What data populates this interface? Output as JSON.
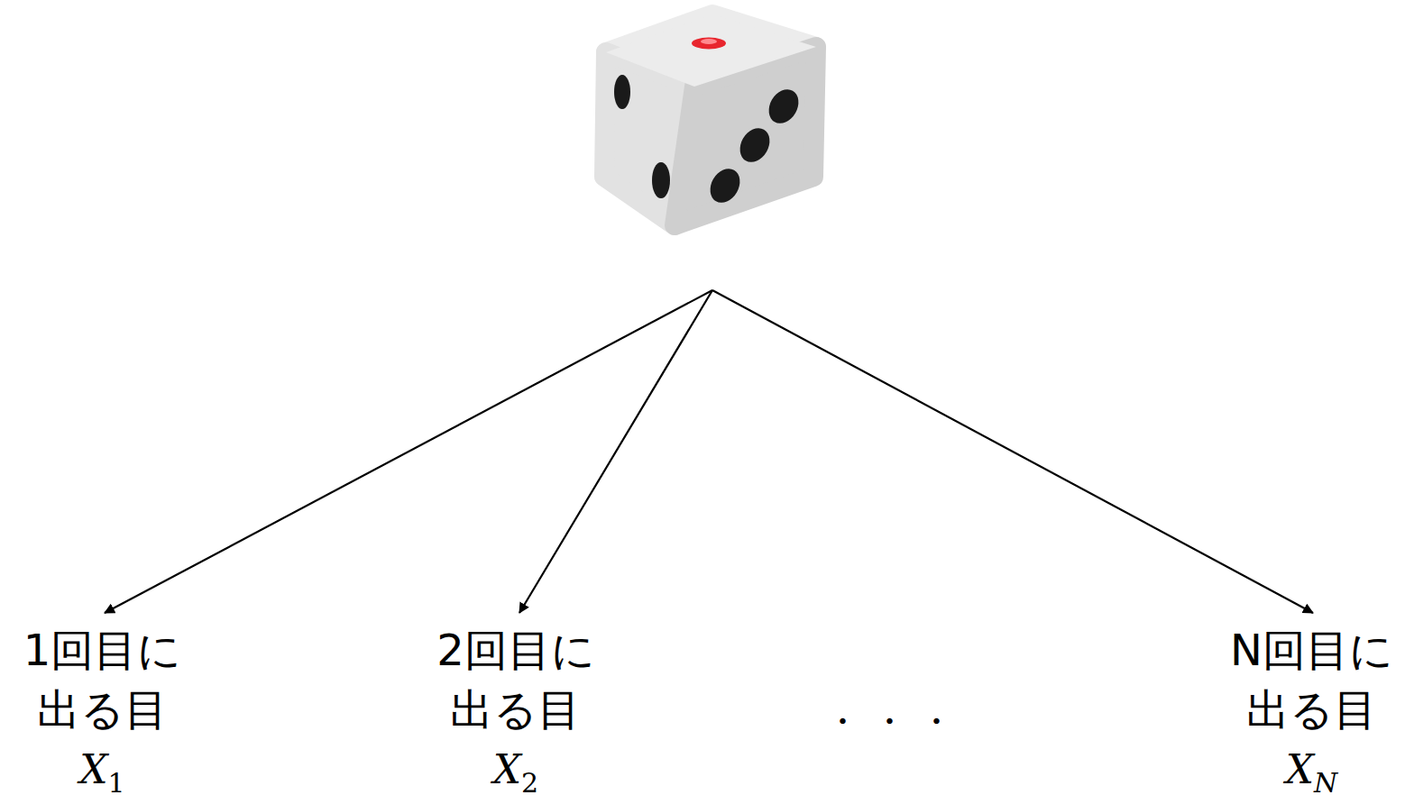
{
  "diagram": {
    "nodes": [
      {
        "text": [
          "1回目に 出る目",
          "X1"
        ]
      },
      {
        "text": [
          "2回目に 出る目",
          "X2"
        ]
      },
      {
        "text": [
          "N回目に 出る目",
          "XN"
        ]
      }
    ],
    "labels": [
      "・・・"
    ]
  }
}
